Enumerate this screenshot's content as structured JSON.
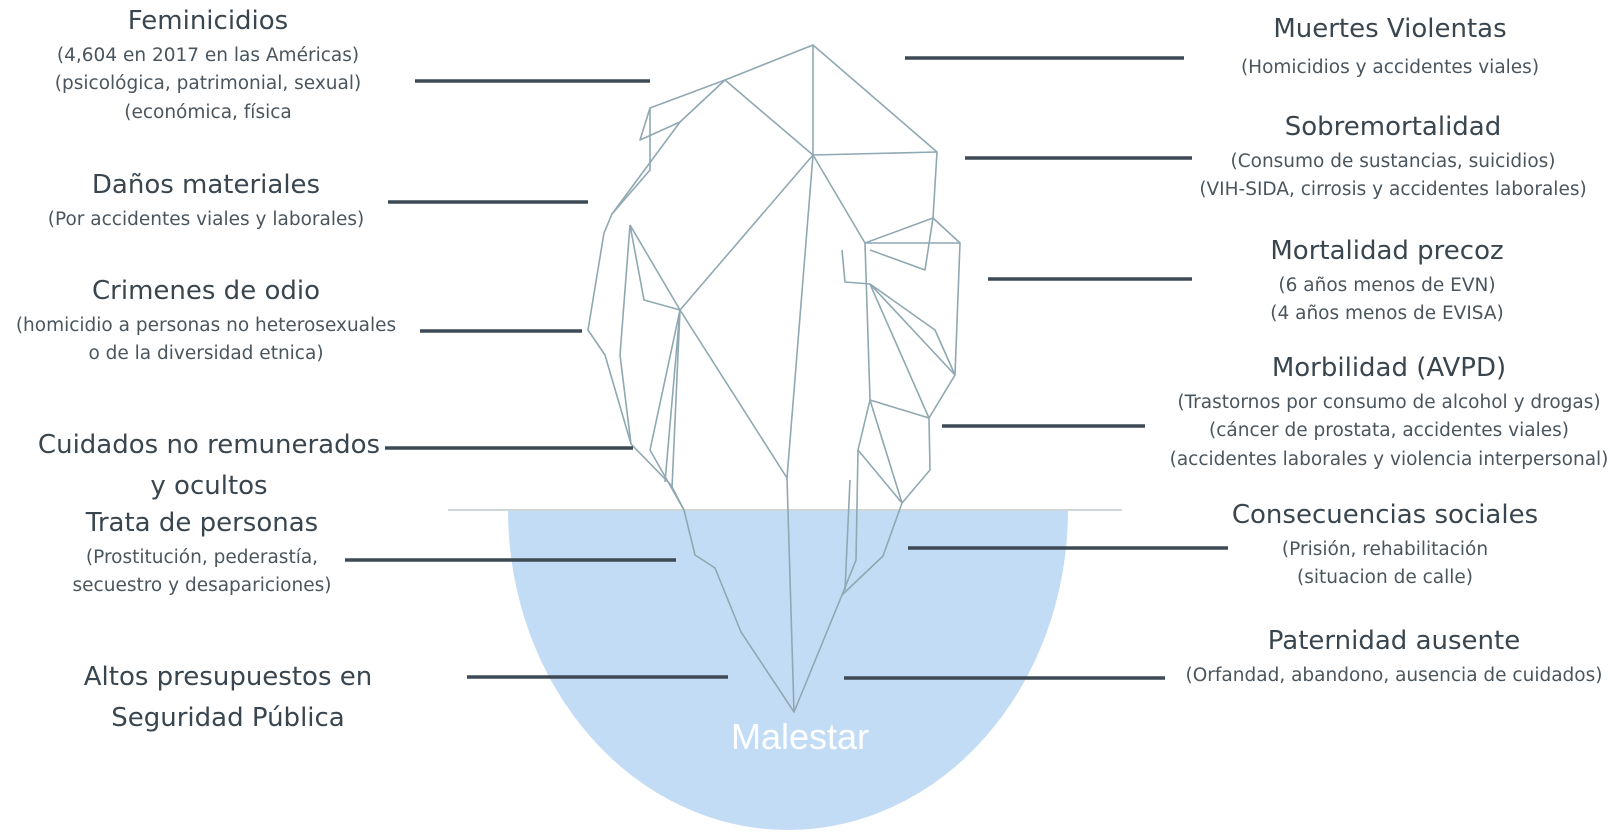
{
  "left_items": [
    {
      "title": "Feminicidios",
      "details": [
        "(4,604 en 2017 en las Américas)",
        "(psicológica, patrimonial, sexual)",
        "(económica, física"
      ]
    },
    {
      "title": "Daños materiales",
      "details": [
        "(Por accidentes viales y laborales)"
      ]
    },
    {
      "title": "Crimenes de odio",
      "details": [
        "(homicidio a personas no heterosexuales",
        "o de la diversidad etnica)"
      ]
    },
    {
      "title": "Cuidados no remunerados\ny ocultos",
      "details": []
    },
    {
      "title": "Trata de personas",
      "details": [
        "(Prostitución, pederastía,",
        "secuestro y desapariciones)"
      ]
    },
    {
      "title": "Altos presupuestos en\nSeguridad Pública",
      "details": []
    }
  ],
  "right_items": [
    {
      "title": "Muertes Violentas",
      "details": [
        "(Homicidios y accidentes viales)"
      ]
    },
    {
      "title": "Sobremortalidad",
      "details": [
        "(Consumo de sustancias, suicidios)",
        "(VIH-SIDA, cirrosis y accidentes laborales)"
      ]
    },
    {
      "title": "Mortalidad precoz",
      "details": [
        "(6 años menos de EVN)",
        "(4 años menos de EVISA)"
      ]
    },
    {
      "title": "Morbilidad (AVPD)",
      "details": [
        "(Trastornos por consumo de alcohol y drogas)",
        "(cáncer de prostata, accidentes viales)",
        "(accidentes laborales y violencia interpersonal)"
      ]
    },
    {
      "title": "Consecuencias sociales",
      "details": [
        "(Prisión, rehabilitación",
        "(situacion de calle)"
      ]
    },
    {
      "title": "Paternidad ausente",
      "details": [
        "(Orfandad, abandono, ausencia de cuidados)"
      ]
    }
  ],
  "base_label": "Malestar",
  "colors": {
    "water": "#c3dcf5",
    "iceberg_line": "#8fa8b2",
    "leader_line": "#3d4a55",
    "waterline": "#cfd6da",
    "text": "#3a464f"
  }
}
